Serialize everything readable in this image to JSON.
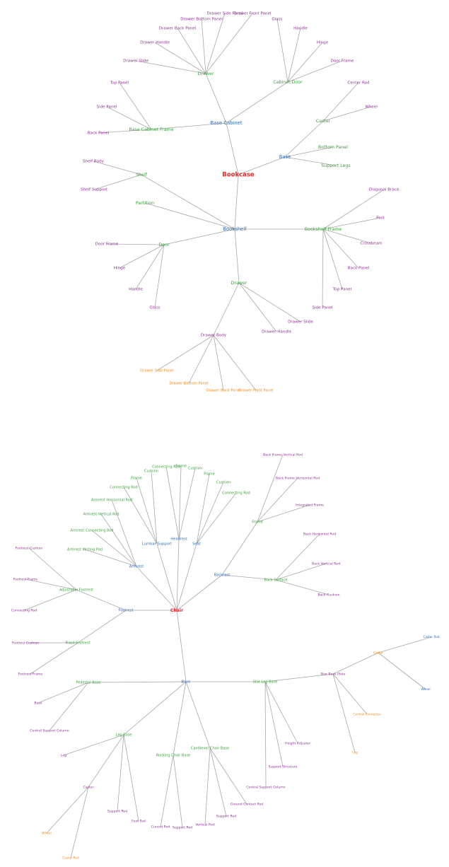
{
  "palette": {
    "root": "#e8282b",
    "level1": "#2f6eb6",
    "level2": "#3aa23c",
    "level3": "#8e2f96",
    "level4": "#f08b1e",
    "level5": "#2f6eb6"
  },
  "trees": [
    {
      "id": "bookcase",
      "root": {
        "label": "Bookcase",
        "children": [
          {
            "label": "Base Cabinet",
            "children": [
              {
                "label": "Drawer",
                "children": [
                  {
                    "label": "Drawer Side Panel"
                  },
                  {
                    "label": "Drawer Front Panel"
                  },
                  {
                    "label": "Drawer Bottom Panel"
                  },
                  {
                    "label": "Drawer Back Panel"
                  },
                  {
                    "label": "Drawer Handle"
                  },
                  {
                    "label": "Drawer Slide"
                  }
                ]
              },
              {
                "label": "Cabinet Door",
                "children": [
                  {
                    "label": "Glass"
                  },
                  {
                    "label": "Handle"
                  },
                  {
                    "label": "Hinge"
                  },
                  {
                    "label": "Door Frame"
                  }
                ]
              },
              {
                "label": "Base Cabinet Frame",
                "children": [
                  {
                    "label": "Top Panel"
                  },
                  {
                    "label": "Side Panel"
                  },
                  {
                    "label": "Back Panel"
                  }
                ]
              }
            ]
          },
          {
            "label": "Base",
            "children": [
              {
                "label": "Caster",
                "children": [
                  {
                    "label": "Center Rod"
                  },
                  {
                    "label": "Wheel"
                  }
                ]
              },
              {
                "label": "Bottom Panel"
              },
              {
                "label": "Support Legs"
              }
            ]
          },
          {
            "label": "Bookshelf",
            "children": [
              {
                "label": "Shelf",
                "children": [
                  {
                    "label": "Shelf Body"
                  },
                  {
                    "label": "Shelf Support"
                  }
                ]
              },
              {
                "label": "Partition"
              },
              {
                "label": "Door",
                "children": [
                  {
                    "label": "Door Frame"
                  },
                  {
                    "label": "Hinge"
                  },
                  {
                    "label": "Handle"
                  },
                  {
                    "label": "Glass"
                  }
                ]
              },
              {
                "label": "Bookshelf Frame",
                "children": [
                  {
                    "label": "Diagonal Brace"
                  },
                  {
                    "label": "Post"
                  },
                  {
                    "label": "Crossbeam"
                  },
                  {
                    "label": "Back Panel"
                  },
                  {
                    "label": "Top Panel"
                  },
                  {
                    "label": "Side Panel"
                  }
                ]
              },
              {
                "label": "Drawer",
                "children": [
                  {
                    "label": "Drawer Slide"
                  },
                  {
                    "label": "Drawer Handle"
                  },
                  {
                    "label": "Drawer Body",
                    "children": [
                      {
                        "label": "Drawer Side Panel"
                      },
                      {
                        "label": "Drawer Bottom Panel"
                      },
                      {
                        "label": "Drawer Back Panel"
                      },
                      {
                        "label": "Drawer Front Panel"
                      }
                    ]
                  }
                ]
              }
            ]
          }
        ]
      }
    },
    {
      "id": "chair",
      "root": {
        "label": "Chair",
        "children": [
          {
            "label": "Headrest",
            "children": [
              {
                "label": "Connecting Rod"
              },
              {
                "label": "Frame"
              },
              {
                "label": "Cushion"
              }
            ]
          },
          {
            "label": "Lumbar Support",
            "children": [
              {
                "label": "Cushion"
              },
              {
                "label": "Frame"
              },
              {
                "label": "Connecting Rod"
              }
            ]
          },
          {
            "label": "Seat",
            "children": [
              {
                "label": "Frame"
              },
              {
                "label": "Cushion"
              },
              {
                "label": "Connecting Rod"
              }
            ]
          },
          {
            "label": "Armrest",
            "children": [
              {
                "label": "Armrest Horizontal Rod"
              },
              {
                "label": "Armrest Vertical Rod"
              },
              {
                "label": "Armrest Connecting Rod"
              },
              {
                "label": "Armrest Writing Pad"
              }
            ]
          },
          {
            "label": "Backrest",
            "children": [
              {
                "label": "Frame",
                "children": [
                  {
                    "label": "Back Frame Vertical Rod"
                  },
                  {
                    "label": "Back Frame Horizontal Rod"
                  },
                  {
                    "label": "Integrated Frame"
                  }
                ]
              },
              {
                "label": "Back Surface",
                "children": [
                  {
                    "label": "Back Horizontal Rod"
                  },
                  {
                    "label": "Back Vertical Rod"
                  },
                  {
                    "label": "Back Cushion"
                  }
                ]
              }
            ]
          },
          {
            "label": "Footrest",
            "children": [
              {
                "label": "Adjustable Footrest",
                "children": [
                  {
                    "label": "Footrest Cushion"
                  },
                  {
                    "label": "Footrest Frame"
                  },
                  {
                    "label": "Connecting Rod"
                  }
                ]
              },
              {
                "label": "Fixed Footrest",
                "children": [
                  {
                    "label": "Footrest Cushion"
                  },
                  {
                    "label": "Footrest Frame"
                  }
                ]
              }
            ]
          },
          {
            "label": "Base",
            "children": [
              {
                "label": "Pedestal Base",
                "children": [
                  {
                    "label": "Base"
                  },
                  {
                    "label": "Central Support Column"
                  }
                ]
              },
              {
                "label": "Leg Base",
                "children": [
                  {
                    "label": "Leg"
                  },
                  {
                    "label": "Caster",
                    "children": [
                      {
                        "label": "Wheel"
                      },
                      {
                        "label": "Caster Rod"
                      }
                    ]
                  },
                  {
                    "label": "Support Rod"
                  },
                  {
                    "label": "Foot Pad"
                  }
                ]
              },
              {
                "label": "Rocking Chair Base",
                "children": [
                  {
                    "label": "Curved Rod"
                  },
                  {
                    "label": "Support Rod"
                  }
                ]
              },
              {
                "label": "Cantilever Chair Base",
                "children": [
                  {
                    "label": "Vertical Rod"
                  },
                  {
                    "label": "Support Rod"
                  },
                  {
                    "label": "Ground Contact Rod"
                  }
                ]
              },
              {
                "label": "Star-Leg Base",
                "children": [
                  {
                    "label": "Star Base Plate",
                    "children": [
                      {
                        "label": "Caster",
                        "children": [
                          {
                            "label": "Caster Rod"
                          },
                          {
                            "label": "Wheel"
                          }
                        ]
                      },
                      {
                        "label": "Central Connector"
                      },
                      {
                        "label": "Leg"
                      }
                    ]
                  },
                  {
                    "label": "Height Adjuster"
                  },
                  {
                    "label": "Support Structure"
                  },
                  {
                    "label": "Central Support Column"
                  }
                ]
              }
            ]
          }
        ]
      }
    }
  ]
}
